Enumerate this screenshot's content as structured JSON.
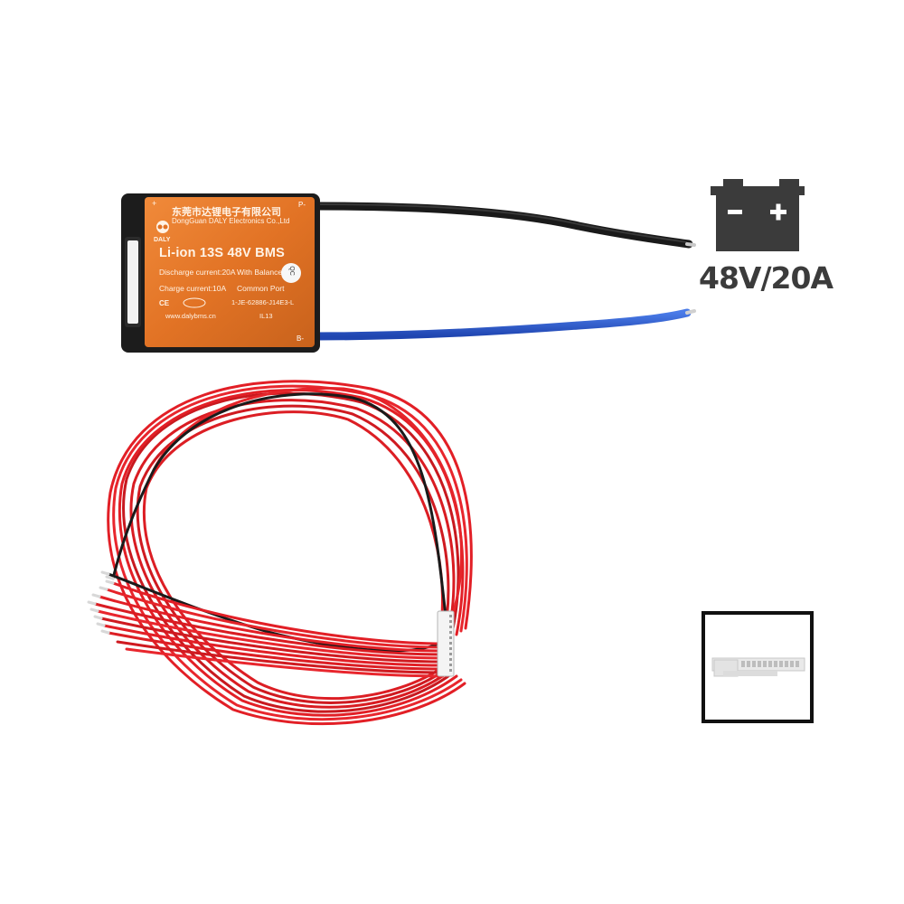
{
  "bms_label": {
    "company_cn": "东莞市达锂电子有限公司",
    "company_en": "DongGuan DALY Electronics Co.,Ltd",
    "logo_brand": "DALY",
    "product_title": "Li-ion 13S 48V BMS",
    "spec_discharge": "Discharge current:20A",
    "spec_balance": "With Balance",
    "spec_charge": "Charge current:10A",
    "spec_port": "Common Port",
    "model_code": "1-JE-62886-J14E3-L",
    "cert": "CE",
    "website": "www.dalybms.cn",
    "batch": "IL13",
    "qc": "QC",
    "terminal_positive": "+",
    "terminal_p_minus": "P-",
    "terminal_b_minus": "B-"
  },
  "battery_icon": {
    "minus_sign": "−",
    "plus_sign": "+",
    "rating": "48V/20A"
  },
  "colors": {
    "bms_orange": "#e07a2c",
    "wire_black": "#1e1e1e",
    "wire_blue": "#2450c8",
    "wire_red": "#e21f26",
    "icon_gray": "#3b3b3b"
  }
}
